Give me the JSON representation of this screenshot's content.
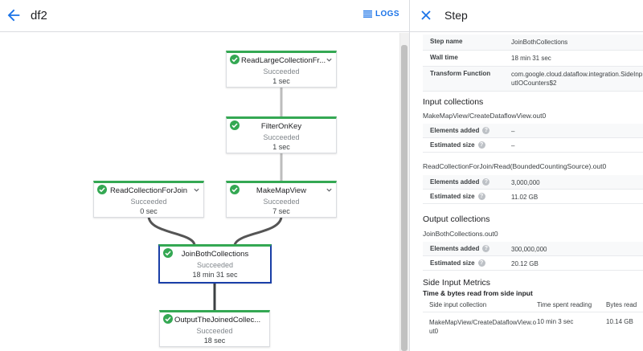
{
  "header": {
    "job_name": "df2",
    "logs_label": "LOGS"
  },
  "graph": {
    "nodes": [
      {
        "name": "ReadLargeCollectionFr...",
        "status": "Succeeded",
        "time": "1 sec"
      },
      {
        "name": "FilterOnKey",
        "status": "Succeeded",
        "time": "1 sec"
      },
      {
        "name": "ReadCollectionForJoin",
        "status": "Succeeded",
        "time": "0 sec"
      },
      {
        "name": "MakeMapView",
        "status": "Succeeded",
        "time": "7 sec"
      },
      {
        "name": "JoinBothCollections",
        "status": "Succeeded",
        "time": "18 min 31 sec"
      },
      {
        "name": "OutputTheJoinedCollec...",
        "status": "Succeeded",
        "time": "18 sec"
      }
    ]
  },
  "panel": {
    "title": "Step",
    "info": [
      {
        "key": "Step name",
        "value": "JoinBothCollections"
      },
      {
        "key": "Wall time",
        "value": "18 min 31 sec"
      },
      {
        "key": "Transform Function",
        "value": "com.google.cloud.dataflow.integration.SideInputIOCounters$2"
      }
    ],
    "input_title": "Input collections",
    "inputs": [
      {
        "name": "MakeMapView/CreateDataflowView.out0",
        "rows": [
          {
            "key": "Elements added",
            "value": "–"
          },
          {
            "key": "Estimated size",
            "value": "–"
          }
        ]
      },
      {
        "name": "ReadCollectionForJoin/Read(BoundedCountingSource).out0",
        "rows": [
          {
            "key": "Elements added",
            "value": "3,000,000"
          },
          {
            "key": "Estimated size",
            "value": "11.02 GB"
          }
        ]
      }
    ],
    "output_title": "Output collections",
    "outputs": [
      {
        "name": "JoinBothCollections.out0",
        "rows": [
          {
            "key": "Elements added",
            "value": "300,000,000"
          },
          {
            "key": "Estimated size",
            "value": "20.12 GB"
          }
        ]
      }
    ],
    "side_title": "Side Input Metrics",
    "side_subtitle": "Time & bytes read from side input",
    "side_headers": [
      "Side input collection",
      "Time spent reading",
      "Bytes read"
    ],
    "side_rows": [
      {
        "collection": "MakeMapView/CreateDataflowView.out0",
        "time": "10 min 3 sec",
        "bytes": "10.14 GB"
      }
    ]
  },
  "colors": {
    "accent": "#1a73e8",
    "success": "#34a853",
    "selected_border": "#1a3fa8"
  },
  "icons": [
    "back-arrow-icon",
    "logs-list-icon",
    "close-icon",
    "check-circle-icon",
    "chevron-down-icon",
    "help-icon"
  ]
}
